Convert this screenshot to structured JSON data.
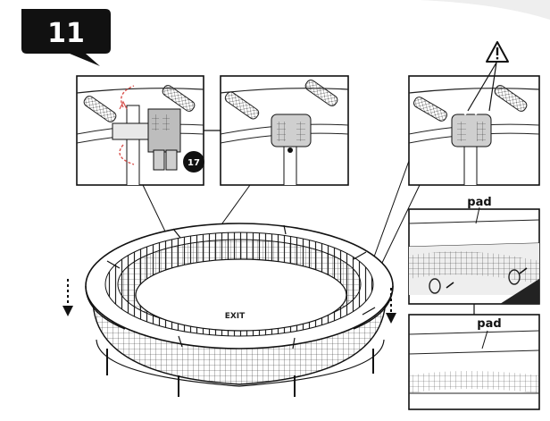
{
  "step": {
    "number": "11"
  },
  "callouts": {
    "part_number": "17"
  },
  "labels": {
    "pad_top": "pad",
    "pad_bottom": "pad"
  },
  "brand": {
    "logo_text": "EXIT"
  },
  "icons": {
    "warning": "warning-triangle-icon",
    "arrow": "down-arrow-icon"
  },
  "colors": {
    "ink": "#111111",
    "pad_grey": "#cfcfcf",
    "pad_dark": "#9a9a9a",
    "highlight": "#d9534f"
  }
}
